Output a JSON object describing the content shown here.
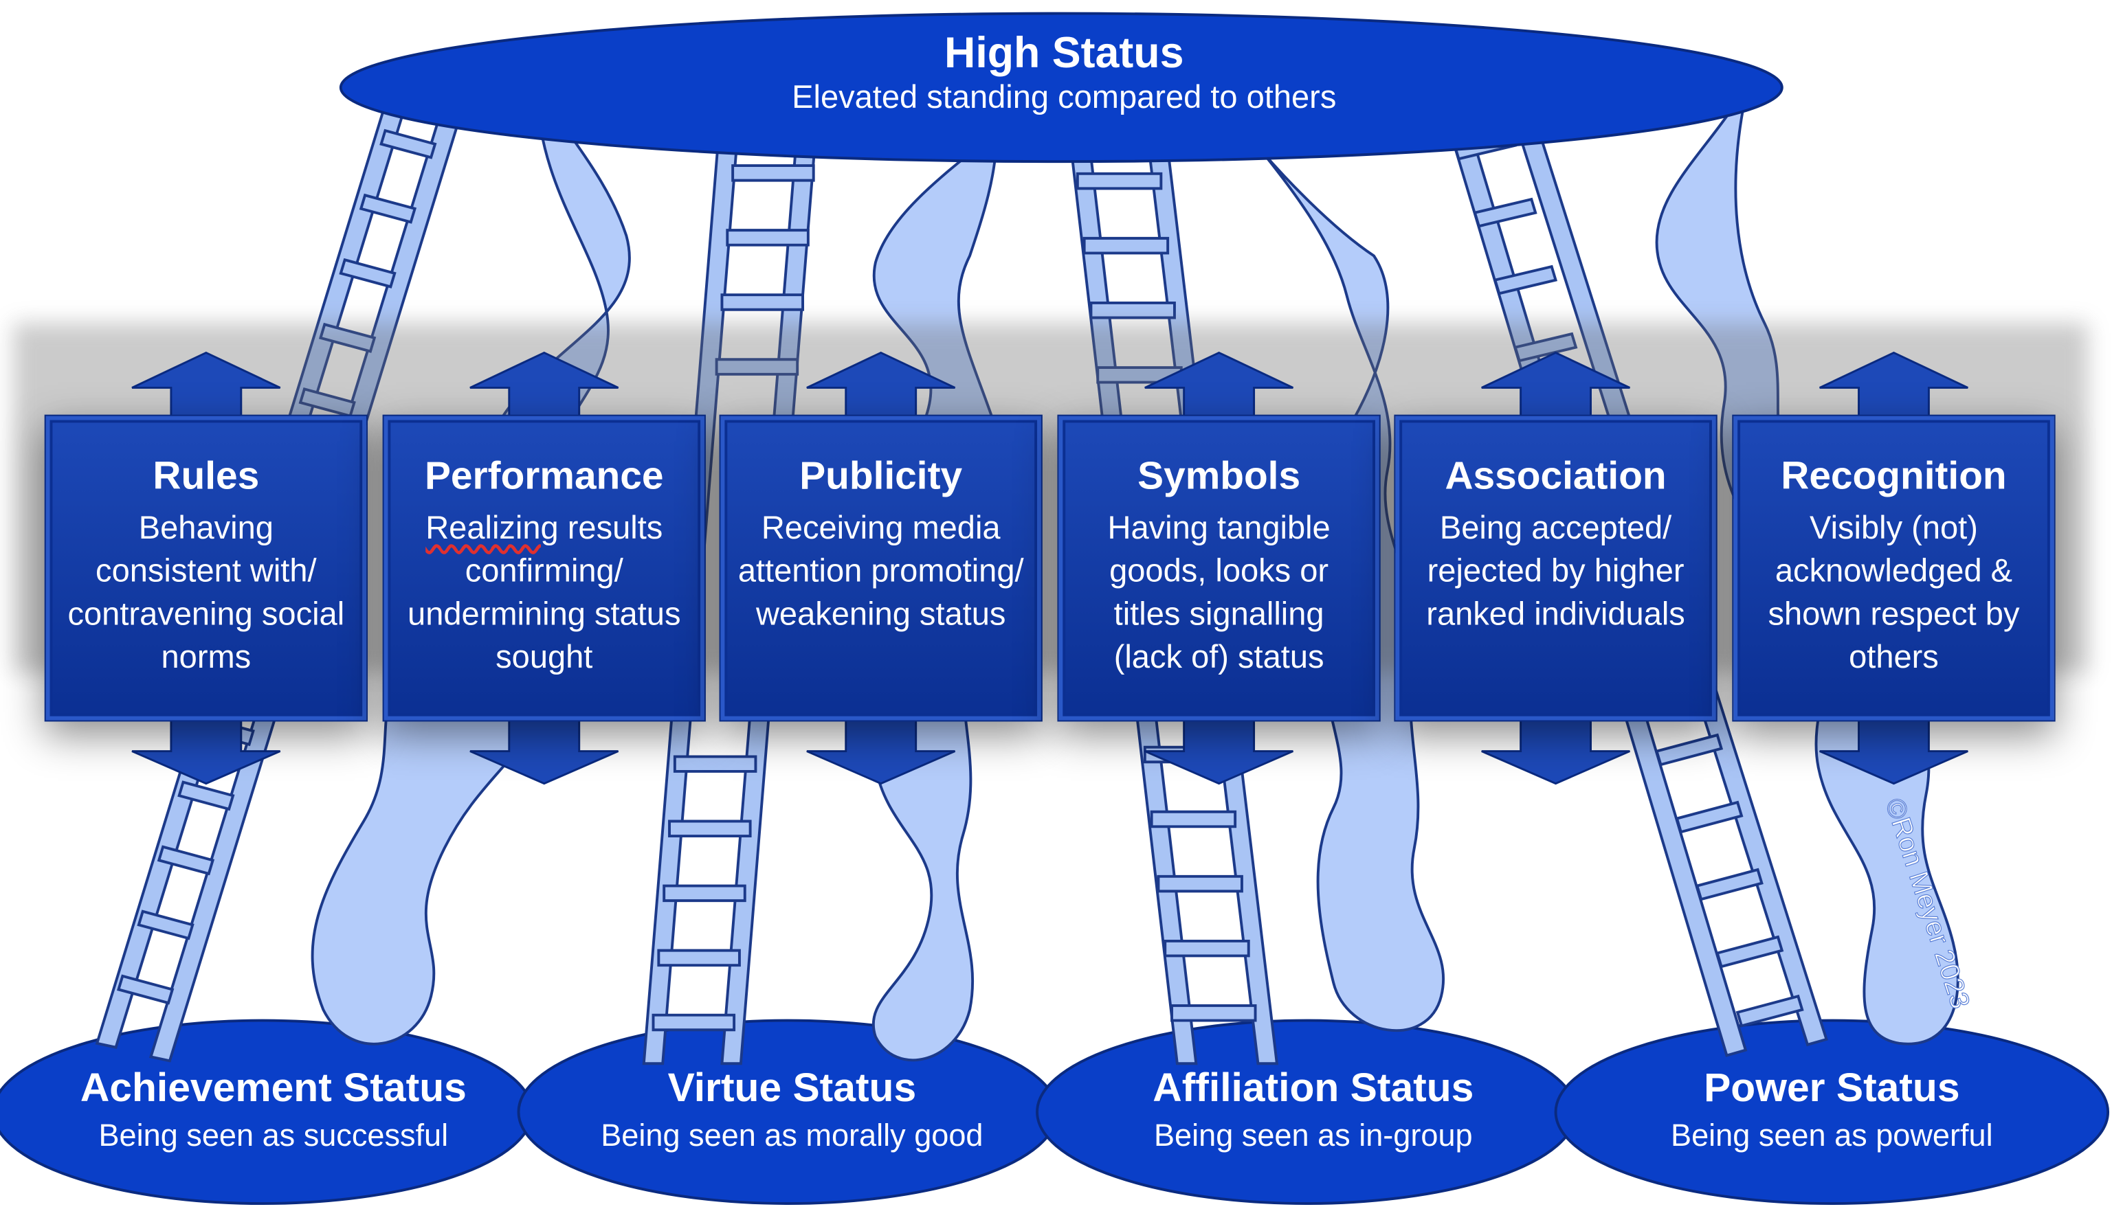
{
  "top": {
    "title": "High Status",
    "subtitle": "Elevated standing compared to others"
  },
  "boxes": [
    {
      "title": "Rules",
      "desc": "Behaving consistent with/ contravening social norms"
    },
    {
      "title": "Performance",
      "desc_underlined": "Realizing",
      "desc_rest": " results confirming/ undermining status sought"
    },
    {
      "title": "Publicity",
      "desc": "Receiving media attention promoting/ weakening status"
    },
    {
      "title": "Symbols",
      "desc": "Having tangible goods, looks or titles signalling (lack of) status"
    },
    {
      "title": "Association",
      "desc": "Being accepted/ rejected by higher ranked individuals"
    },
    {
      "title": "Recognition",
      "desc": "Visibly (not) acknowledged & shown respect by others"
    }
  ],
  "bases": [
    {
      "title": "Achievement Status",
      "subtitle": "Being seen as successful"
    },
    {
      "title": "Virtue Status",
      "subtitle": "Being seen as morally good"
    },
    {
      "title": "Affiliation Status",
      "subtitle": "Being seen as in-group"
    },
    {
      "title": "Power Status",
      "subtitle": "Being seen as powerful"
    }
  ],
  "watermark": "©Ron Meyer 2023",
  "colors": {
    "ellipse": "#0a3fc8",
    "box": "#0b2f92",
    "ladder": "#a9c4f5",
    "slide": "#b4ccfa",
    "outline": "#1c3a8a"
  }
}
